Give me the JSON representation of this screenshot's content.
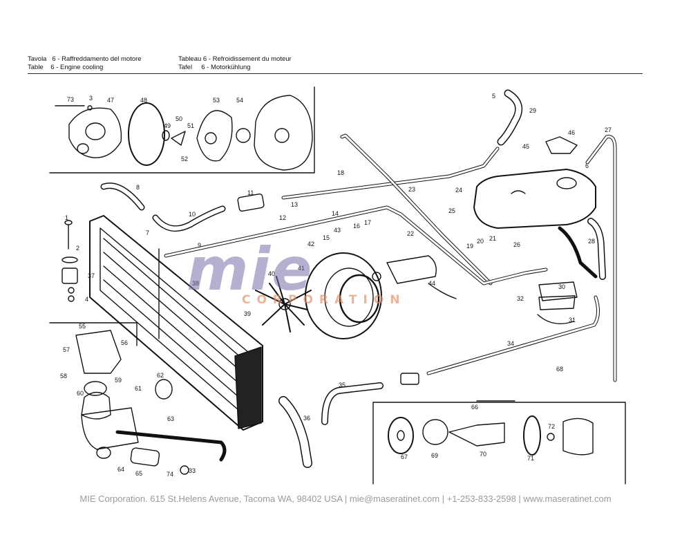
{
  "header": {
    "it": "Tavola   6 - Raffreddamento del motore",
    "en": "Table    6 - Engine cooling",
    "fr": "Tableau 6 - Refroidissement du moteur",
    "de": "Tafel     6 - Motorkühlung"
  },
  "watermark": {
    "main": "mie",
    "sub": "CORPORATION"
  },
  "footer": "MIE Corporation. 615 St.Helens Avenue, Tacoma WA, 98402 USA  |  mie@maseratinet.com  |   +1-253-833-2598   |  www.maseratinet.com",
  "callouts": [
    "73",
    "3",
    "47",
    "48",
    "49",
    "50",
    "51",
    "52",
    "53",
    "54",
    "5",
    "29",
    "46",
    "27",
    "45",
    "6",
    "18",
    "23",
    "24",
    "25",
    "8",
    "11",
    "13",
    "12",
    "10",
    "14",
    "9",
    "1",
    "2",
    "37",
    "4",
    "7",
    "42",
    "43",
    "15",
    "16",
    "17",
    "22",
    "19",
    "20",
    "21",
    "26",
    "28",
    "41",
    "44",
    "40",
    "39",
    "38",
    "30",
    "32",
    "31",
    "34",
    "55",
    "56",
    "57",
    "58",
    "59",
    "60",
    "61",
    "62",
    "63",
    "35",
    "36",
    "64",
    "65",
    "74",
    "33",
    "68",
    "66",
    "67",
    "69",
    "70",
    "71",
    "72"
  ],
  "colors": {
    "line": "#111111",
    "fill": "#222222",
    "watermark": "#786eaa",
    "watermark_sub": "#dc8c64"
  }
}
